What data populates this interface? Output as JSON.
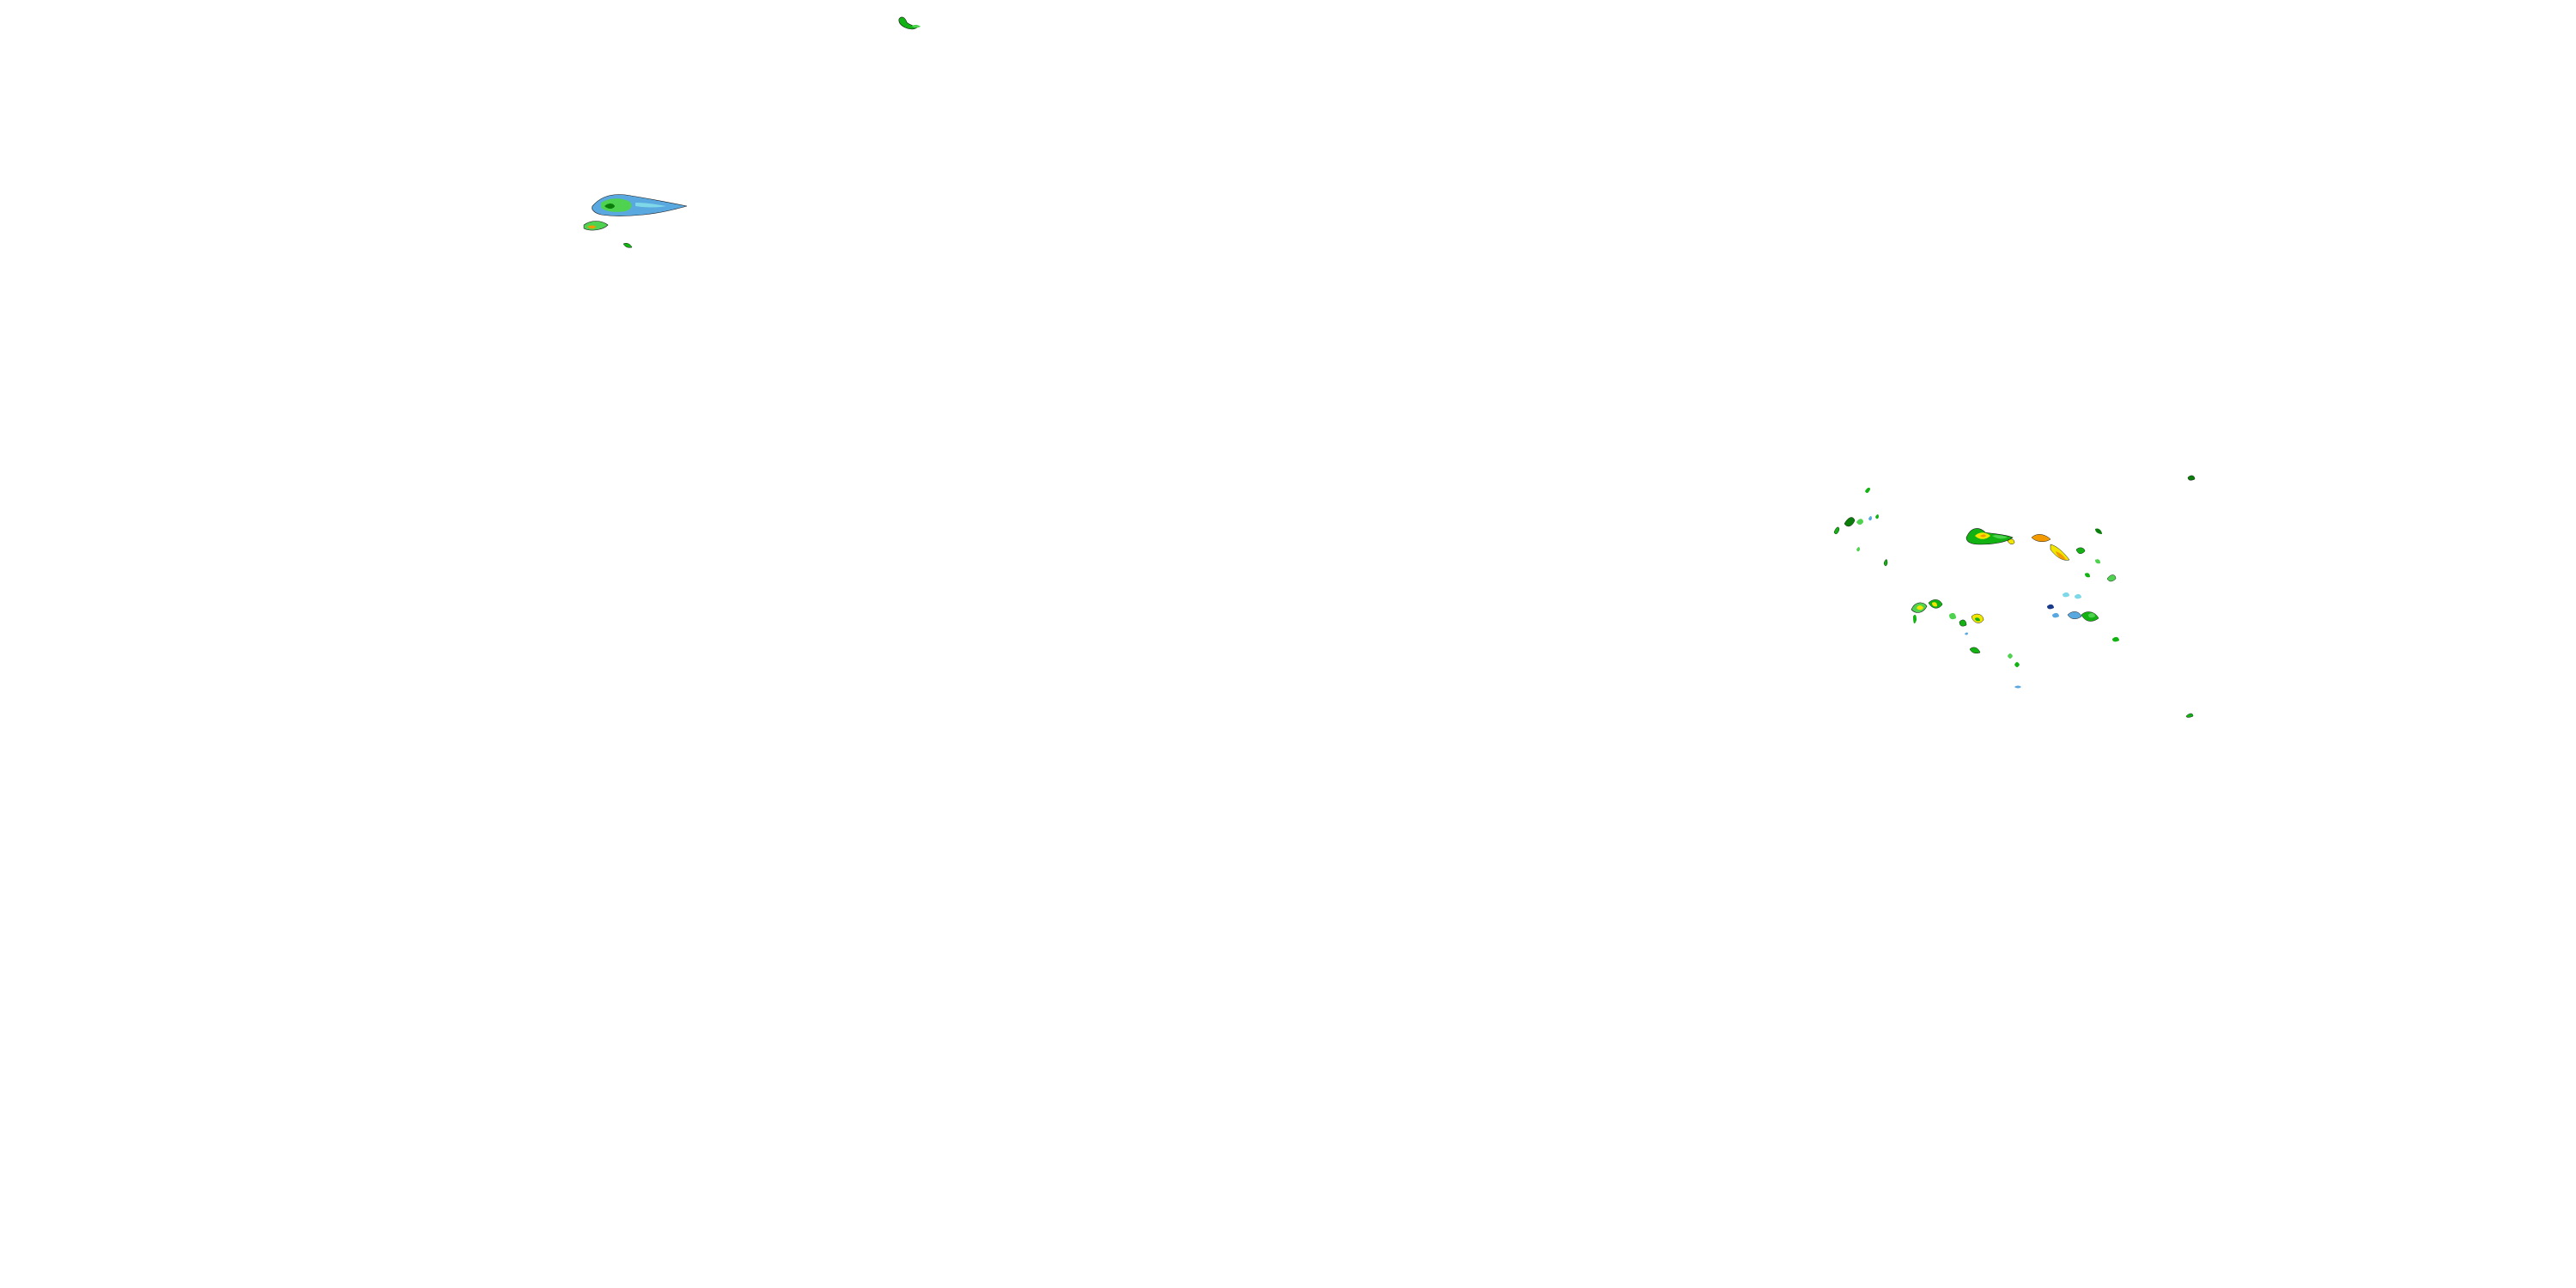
{
  "map": {
    "type": "weather-radar-reflectivity-overlay",
    "background": "transparent",
    "colors": {
      "light_blue": "#5aa8e0",
      "cyan": "#7fd8e8",
      "light_green": "#4fd24f",
      "green": "#13b213",
      "dark_green": "#0a7d0a",
      "yellow": "#f2e600",
      "orange": "#f29a00",
      "red": "#e01010",
      "outline": "#1a1a1a"
    },
    "echo_clusters": [
      "north-small-cell",
      "northwest-band",
      "east-cluster"
    ]
  }
}
